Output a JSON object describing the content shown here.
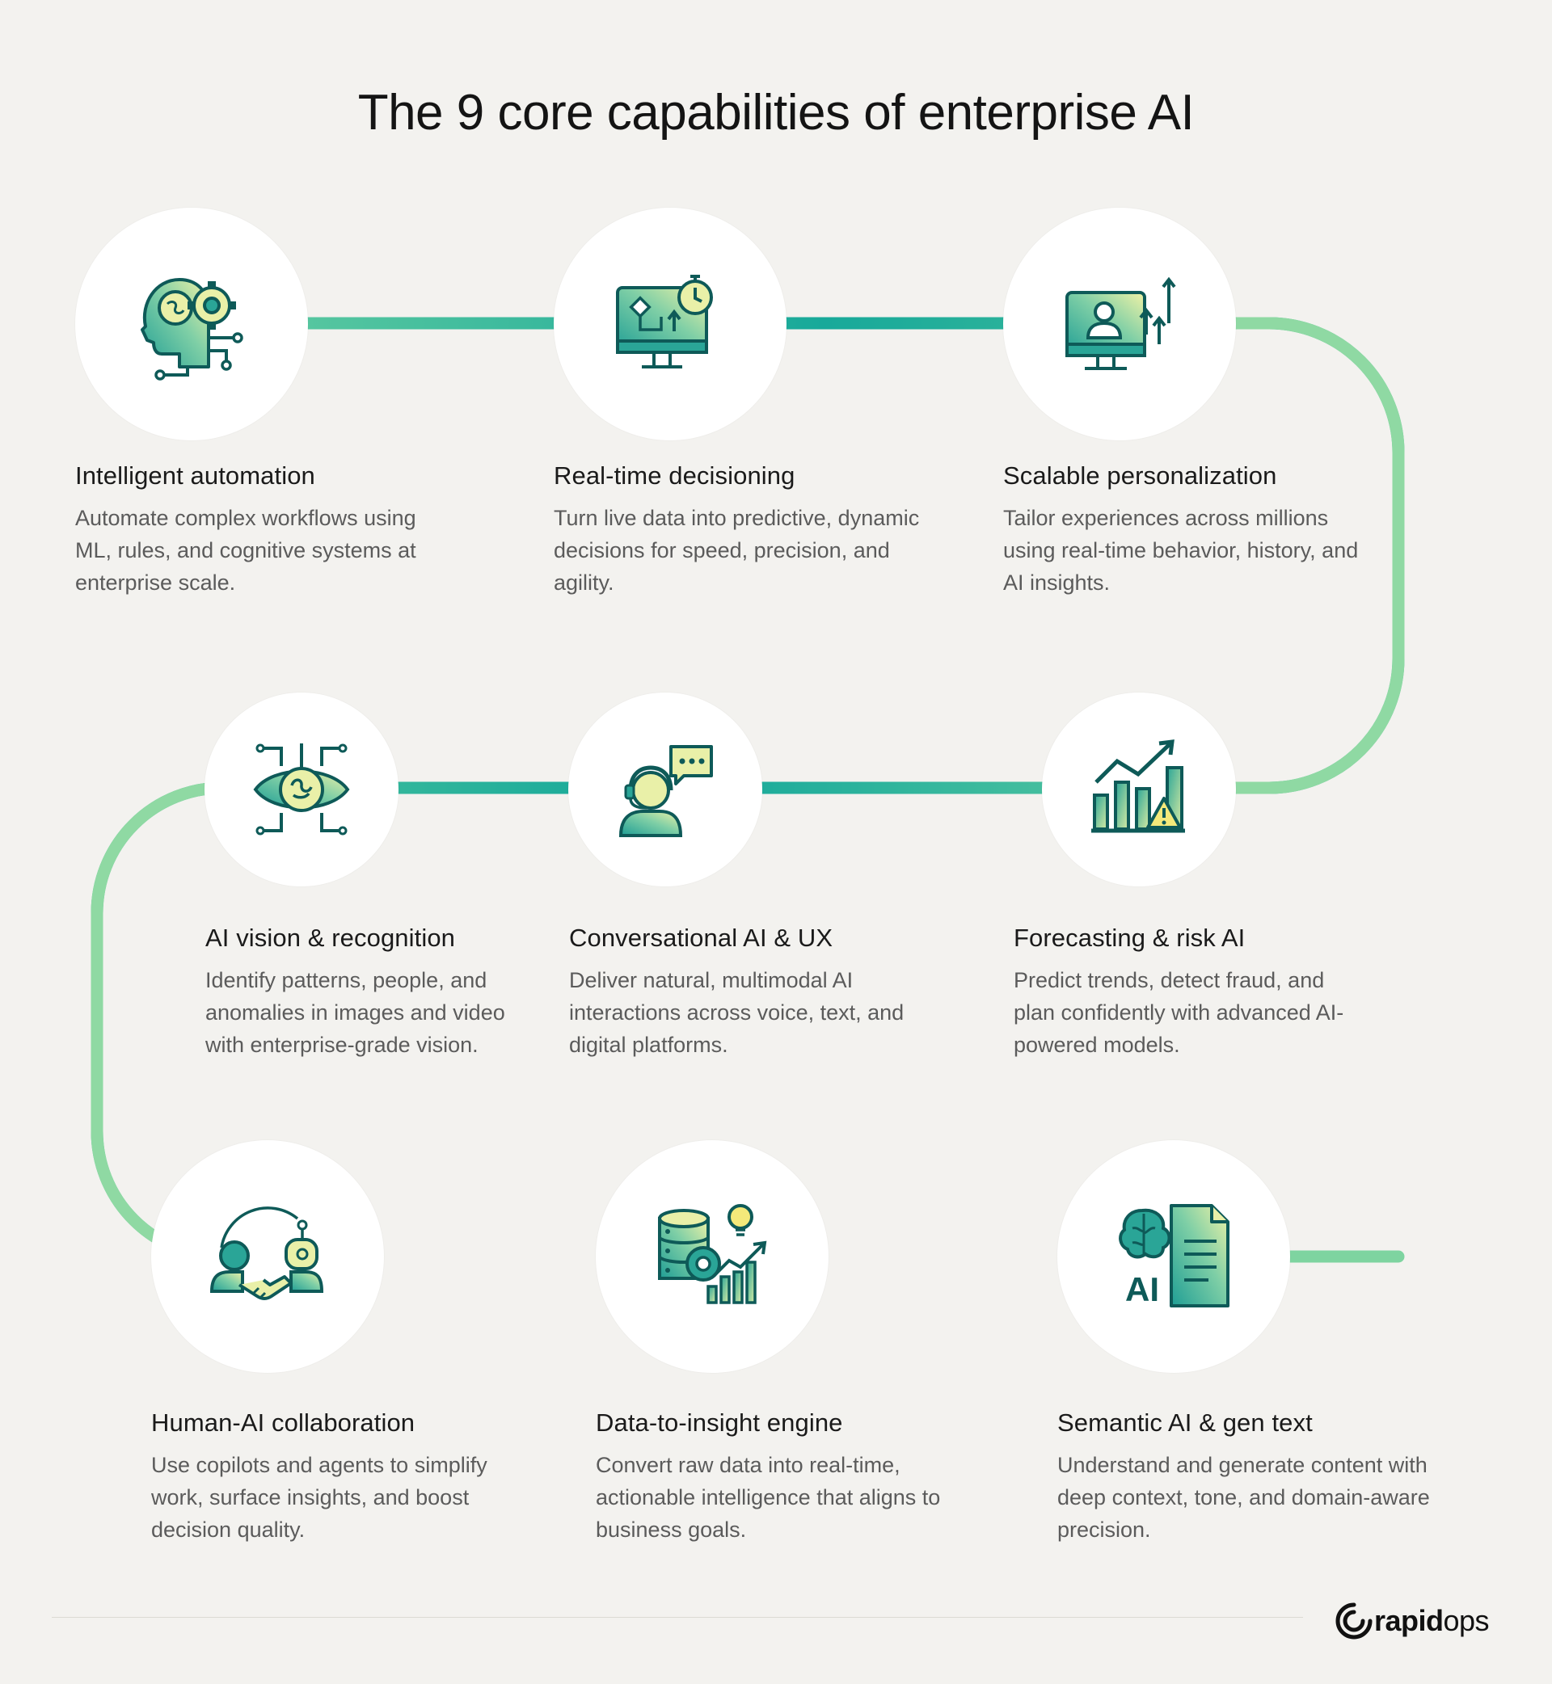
{
  "title": "The 9 core capabilities of enterprise AI",
  "colors": {
    "background": "#f3f2ef",
    "track_light": "#8fd9a3",
    "track_mid": "#4fc79a",
    "track_dark": "#14a89a",
    "icon_stroke": "#0e5a58",
    "icon_fill_teal": "#2aa597",
    "icon_fill_light": "#e9f0a8"
  },
  "capabilities": [
    {
      "title": "Intelligent automation",
      "description": "Automate complex workflows using ML, rules, and cognitive systems at enterprise scale.",
      "icon": "brain-gear-icon"
    },
    {
      "title": "Real-time decisioning",
      "description": "Turn live data into predictive, dynamic decisions for speed, precision, and agility.",
      "icon": "monitor-stopwatch-icon"
    },
    {
      "title": "Scalable personalization",
      "description": "Tailor experiences across millions using real-time behavior, history, and AI insights.",
      "icon": "user-monitor-growth-icon"
    },
    {
      "title": "AI vision & recognition",
      "description": "Identify patterns, people, and anomalies in images and video with enterprise-grade vision.",
      "icon": "eye-brain-icon"
    },
    {
      "title": "Conversational AI & UX",
      "description": "Deliver natural, multimodal AI interactions across voice, text, and digital platforms.",
      "icon": "headset-chat-icon"
    },
    {
      "title": "Forecasting & risk AI",
      "description": "Predict trends, detect fraud, and plan confidently with advanced AI-powered models.",
      "icon": "chart-warning-icon"
    },
    {
      "title": "Human-AI collaboration",
      "description": "Use copilots and agents to simplify work, surface insights, and boost decision quality.",
      "icon": "handshake-robot-icon"
    },
    {
      "title": "Data-to-insight engine",
      "description": "Convert raw data into real-time, actionable intelligence that aligns to business goals.",
      "icon": "database-insight-icon"
    },
    {
      "title": "Semantic AI & gen text",
      "description": "Understand and generate content with deep context, tone, and domain-aware precision.",
      "icon": "ai-document-icon"
    }
  ],
  "ai_badge": "AI",
  "brand": {
    "bold": "rapid",
    "light": "ops"
  }
}
